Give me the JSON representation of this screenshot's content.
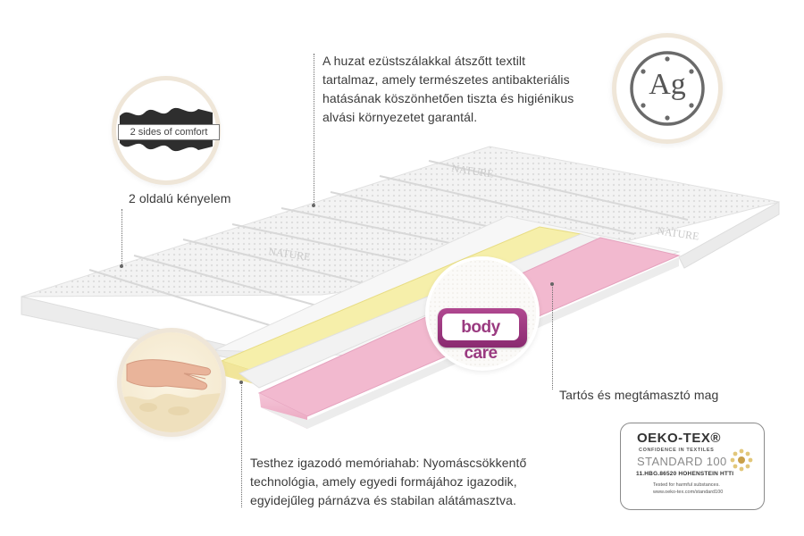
{
  "annotations": {
    "cover": [
      "A huzat ezüstszálakkal átszőtt textilt",
      "tartalmaz, amely természetes antibakteriális",
      "hatásának köszönhetően tiszta és higiénikus",
      "alvási környezetet garantál."
    ],
    "comfort": "2 oldalú kényelem",
    "core": "Tartós és megtámasztó mag",
    "memory_foam": [
      "Testhez igazodó memóriahab: Nyomáscsökkentő",
      "technológia, amely egyedi formájához igazodik,",
      "egyidejűleg párnázva és stabilan alátámasztva."
    ]
  },
  "badges": {
    "ag": "Ag",
    "comfort_label": "2 sides of comfort",
    "body_care": "body care"
  },
  "oeko_tex": {
    "title": "OEKO-TEX®",
    "subtitle": "CONFIDENCE IN TEXTILES",
    "standard": "STANDARD 100",
    "code": "11.HBG.86520 HOHENSTEIN HTTI",
    "tested": "Tested for harmful substances.",
    "url": "www.oeko-tex.com/standard100"
  },
  "colors": {
    "cover": "#f1f1f1",
    "yellow_layer": "#f6efaa",
    "pink_layer": "#f2b9cf",
    "circle_ring": "#efe6d8",
    "body_care": "#9a3a80",
    "ag_ring": "#6a6a6a"
  },
  "icons": [
    "ag-silver-icon",
    "two-sides-comfort-icon",
    "hand-pressing-foam-icon",
    "oeko-tex-flower-icon"
  ]
}
